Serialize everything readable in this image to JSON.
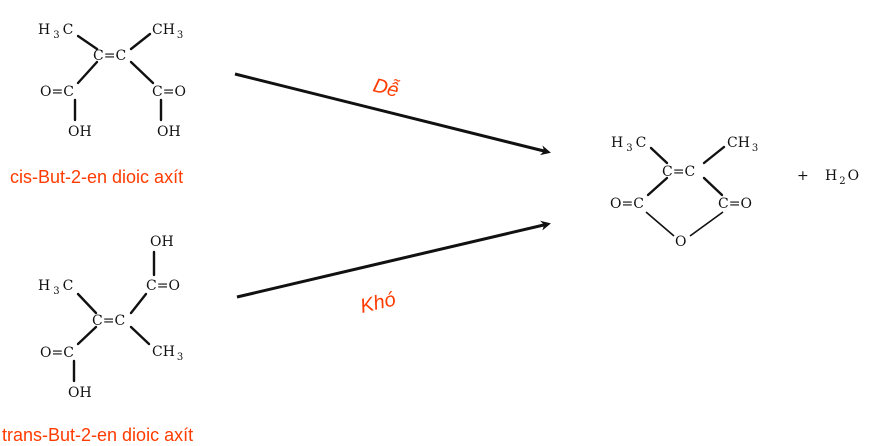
{
  "colors": {
    "label": "#ff3b00",
    "structure": "#111111"
  },
  "cis": {
    "h3c_h": "H",
    "h3c_sub": "3",
    "h3c_c": "C",
    "ch3_c": "CH",
    "ch3_sub": "3",
    "cc": "C=C",
    "left_co": "O=C",
    "right_co": "C=O",
    "left_oh": "OH",
    "right_oh": "OH",
    "name": "cis-But-2-en dioic axít"
  },
  "trans": {
    "oh_top": "OH",
    "co_top": "C=O",
    "h3c_h": "H",
    "h3c_sub": "3",
    "h3c_c": "C",
    "cc": "C=C",
    "left_co": "O=C",
    "ch3_c": "CH",
    "ch3_sub": "3",
    "oh_bottom": "OH",
    "name": "trans-But-2-en dioic axít"
  },
  "arrows": {
    "easy": "Dễ",
    "hard": "Khó"
  },
  "product": {
    "h3c_h": "H",
    "h3c_sub": "3",
    "h3c_c": "C",
    "ch3_c": "CH",
    "ch3_sub": "3",
    "cc": "C=C",
    "left_co": "O=C",
    "right_co": "C=O",
    "ring_o": "O"
  },
  "byproduct": {
    "plus": "+",
    "h2o_h": "H",
    "h2o_sub": "2",
    "h2o_o": "O"
  }
}
